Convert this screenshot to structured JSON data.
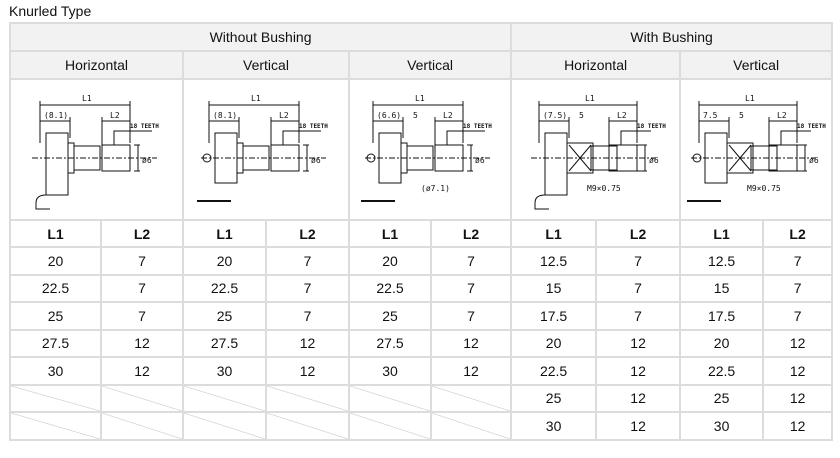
{
  "title": "Knurled Type",
  "groups": [
    {
      "label": "Without Bushing",
      "span": 6
    },
    {
      "label": "With Bushing",
      "span": 4
    }
  ],
  "subgroups": [
    "Horizontal",
    "Vertical",
    "Vertical",
    "Horizontal",
    "Vertical"
  ],
  "drawings": [
    {
      "l1": "L1",
      "l2": "L2",
      "left": "(8.1)",
      "teeth": "18 TEETH",
      "dia": "ø6",
      "bushing": false,
      "mount": "horizontal"
    },
    {
      "l1": "L1",
      "l2": "L2",
      "left": "(8.1)",
      "teeth": "18 TEETH",
      "dia": "ø6",
      "bushing": false,
      "mount": "vertical"
    },
    {
      "l1": "L1",
      "l2": "L2",
      "left": "(6.6)",
      "mid": "5",
      "teeth": "18 TEETH",
      "dia": "ø6",
      "note": "(ø7.1)",
      "bushing": false,
      "mount": "vertical"
    },
    {
      "l1": "L1",
      "l2": "L2",
      "left": "(7.5)",
      "mid": "5",
      "teeth": "18 TEETH",
      "dia": "ø6",
      "note": "M9×0.75",
      "bushing": true,
      "mount": "horizontal"
    },
    {
      "l1": "L1",
      "l2": "L2",
      "left": "7.5",
      "mid": "5",
      "teeth": "18 TEETH",
      "dia": "ø6",
      "note": "M9×0.75",
      "bushing": true,
      "mount": "vertical"
    }
  ],
  "col_headers": [
    "L1",
    "L2",
    "L1",
    "L2",
    "L1",
    "L2",
    "L1",
    "L2",
    "L1",
    "L2"
  ],
  "rows": [
    [
      "20",
      "7",
      "20",
      "7",
      "20",
      "7",
      "12.5",
      "7",
      "12.5",
      "7"
    ],
    [
      "22.5",
      "7",
      "22.5",
      "7",
      "22.5",
      "7",
      "15",
      "7",
      "15",
      "7"
    ],
    [
      "25",
      "7",
      "25",
      "7",
      "25",
      "7",
      "17.5",
      "7",
      "17.5",
      "7"
    ],
    [
      "27.5",
      "12",
      "27.5",
      "12",
      "27.5",
      "12",
      "20",
      "12",
      "20",
      "12"
    ],
    [
      "30",
      "12",
      "30",
      "12",
      "30",
      "12",
      "22.5",
      "12",
      "22.5",
      "12"
    ],
    [
      "",
      "",
      "",
      "",
      "",
      "",
      "25",
      "12",
      "25",
      "12"
    ],
    [
      "",
      "",
      "",
      "",
      "",
      "",
      "30",
      "12",
      "30",
      "12"
    ]
  ]
}
